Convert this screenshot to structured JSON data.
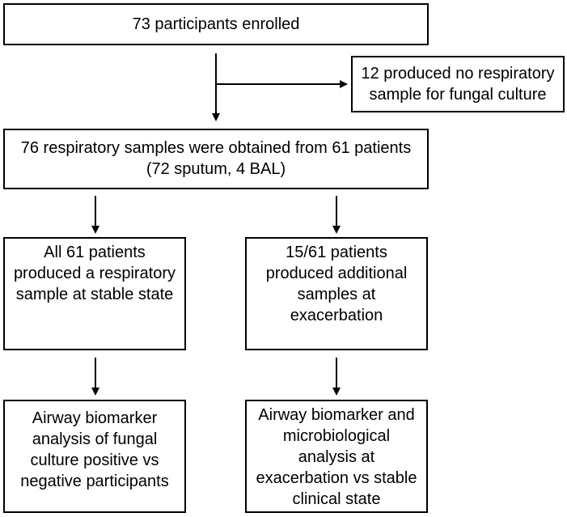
{
  "flowchart": {
    "enrolled": "73 participants enrolled",
    "excluded": "12 produced no respiratory\nsample for fungal culture",
    "samples": "76 respiratory samples were obtained from 61 patients\n(72 sputum, 4 BAL)",
    "stable_group": "All 61 patients\nproduced a respiratory\nsample at stable state",
    "exacerbation_group": "15/61 patients\nproduced additional\nsamples at\nexacerbation",
    "stable_analysis": "Airway biomarker\nanalysis of fungal\nculture positive vs\nnegative participants",
    "exacerbation_analysis": "Airway biomarker and\nmicrobiological\nanalysis at\nexacerbation vs stable\nclinical state"
  }
}
